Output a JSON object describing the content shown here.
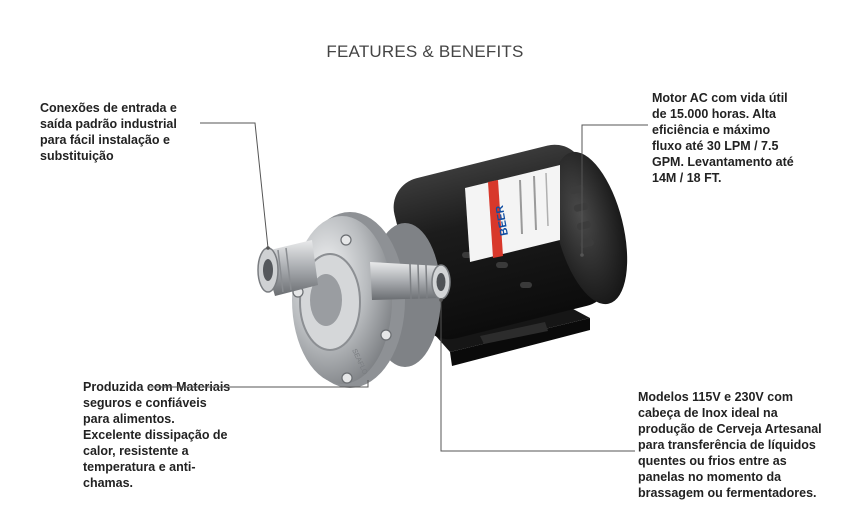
{
  "title": "FEATURES & BENEFITS",
  "callouts": {
    "top_left": [
      "Conexões de entrada e",
      "saída padrão industrial",
      "para fácil instalação e",
      "substituição"
    ],
    "top_right": [
      "Motor AC com vida útil",
      "de 15.000 horas. Alta",
      "eficiência e máximo",
      "fluxo até 30 LPM / 7.5",
      "GPM. Levantamento até",
      "14M / 18 FT."
    ],
    "bottom_left": [
      "Produzida com Materiais",
      "seguros e confiáveis",
      "para alimentos.",
      "Excelente dissipação de",
      "calor, resistente a",
      "temperatura e anti-",
      "chamas."
    ],
    "bottom_right": [
      "Modelos 115V e 230V com",
      "cabeça de Inox ideal na",
      "produção de Cerveja Artesanal",
      "para transferência de líquidos",
      "quentes ou frios entre as",
      "panelas no momento da",
      "brassagem ou fermentadores."
    ]
  },
  "product": {
    "brand_label": "BEER",
    "pump_head_engraving": "SEAFLO"
  },
  "colors": {
    "text": "#222222",
    "title": "#444444",
    "leader_line": "#555555",
    "motor_body": "#1c1c1c",
    "steel": "#b9bcbf"
  }
}
